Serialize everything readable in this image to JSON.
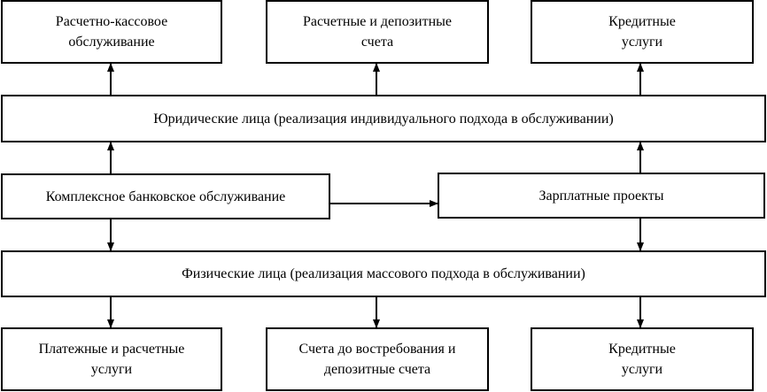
{
  "top_boxes": {
    "left": [
      "Расчетно-кассовое",
      "обслуживание"
    ],
    "middle": [
      "Расчетные и депозитные",
      "счета"
    ],
    "right": [
      "Кредитные",
      "услуги"
    ]
  },
  "legal_entities": "Юридические лица (реализация индивидуального подхода в обслуживании)",
  "complex_service": "Комплексное банковское обслуживание",
  "salary_projects": "Зарплатные проекты",
  "individuals": "Физические лица (реализация массового подхода в обслуживании)",
  "bottom_boxes": {
    "left": [
      "Платежные и расчетные",
      "услуги"
    ],
    "middle": [
      "Счета до востребования и",
      "депозитные счета"
    ],
    "right": [
      "Кредитные",
      "услуги"
    ]
  }
}
